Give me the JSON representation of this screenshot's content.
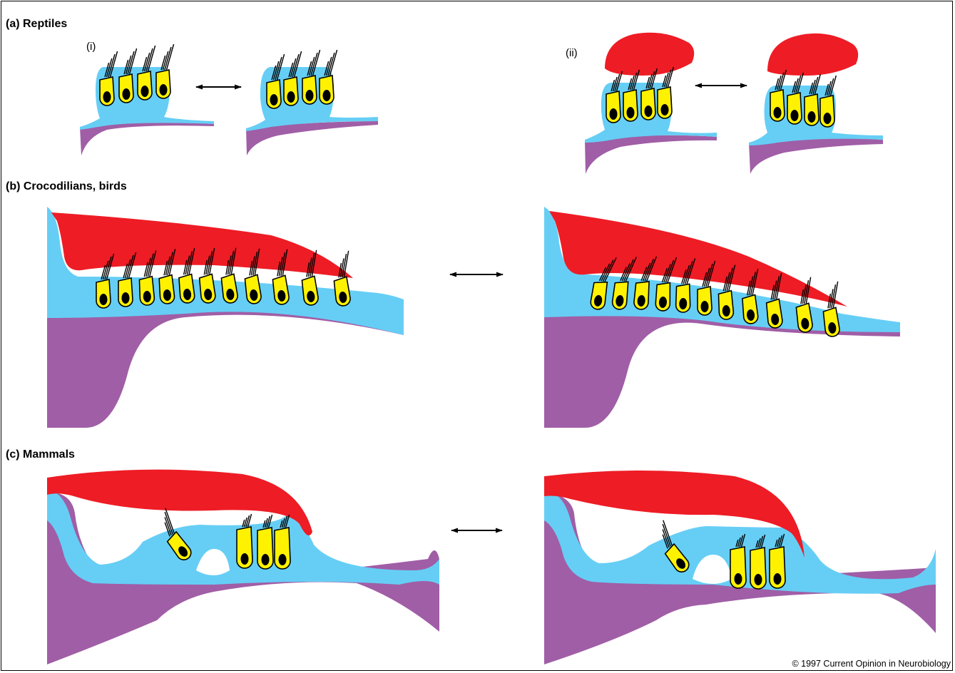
{
  "labels": {
    "a": "(a)  Reptiles",
    "a_i": "(i)",
    "a_ii": "(ii)",
    "b": "(b)  Crocodilians, birds",
    "c": "(c)  Mammals"
  },
  "copyright": "© 1997 Current Opinion in Neurobiology",
  "colors": {
    "tectorial": "#ee1c25",
    "support": "#66cef5",
    "basilar": "#a05ea6",
    "hair_cell": "#fff200",
    "nucleus": "#000000"
  }
}
